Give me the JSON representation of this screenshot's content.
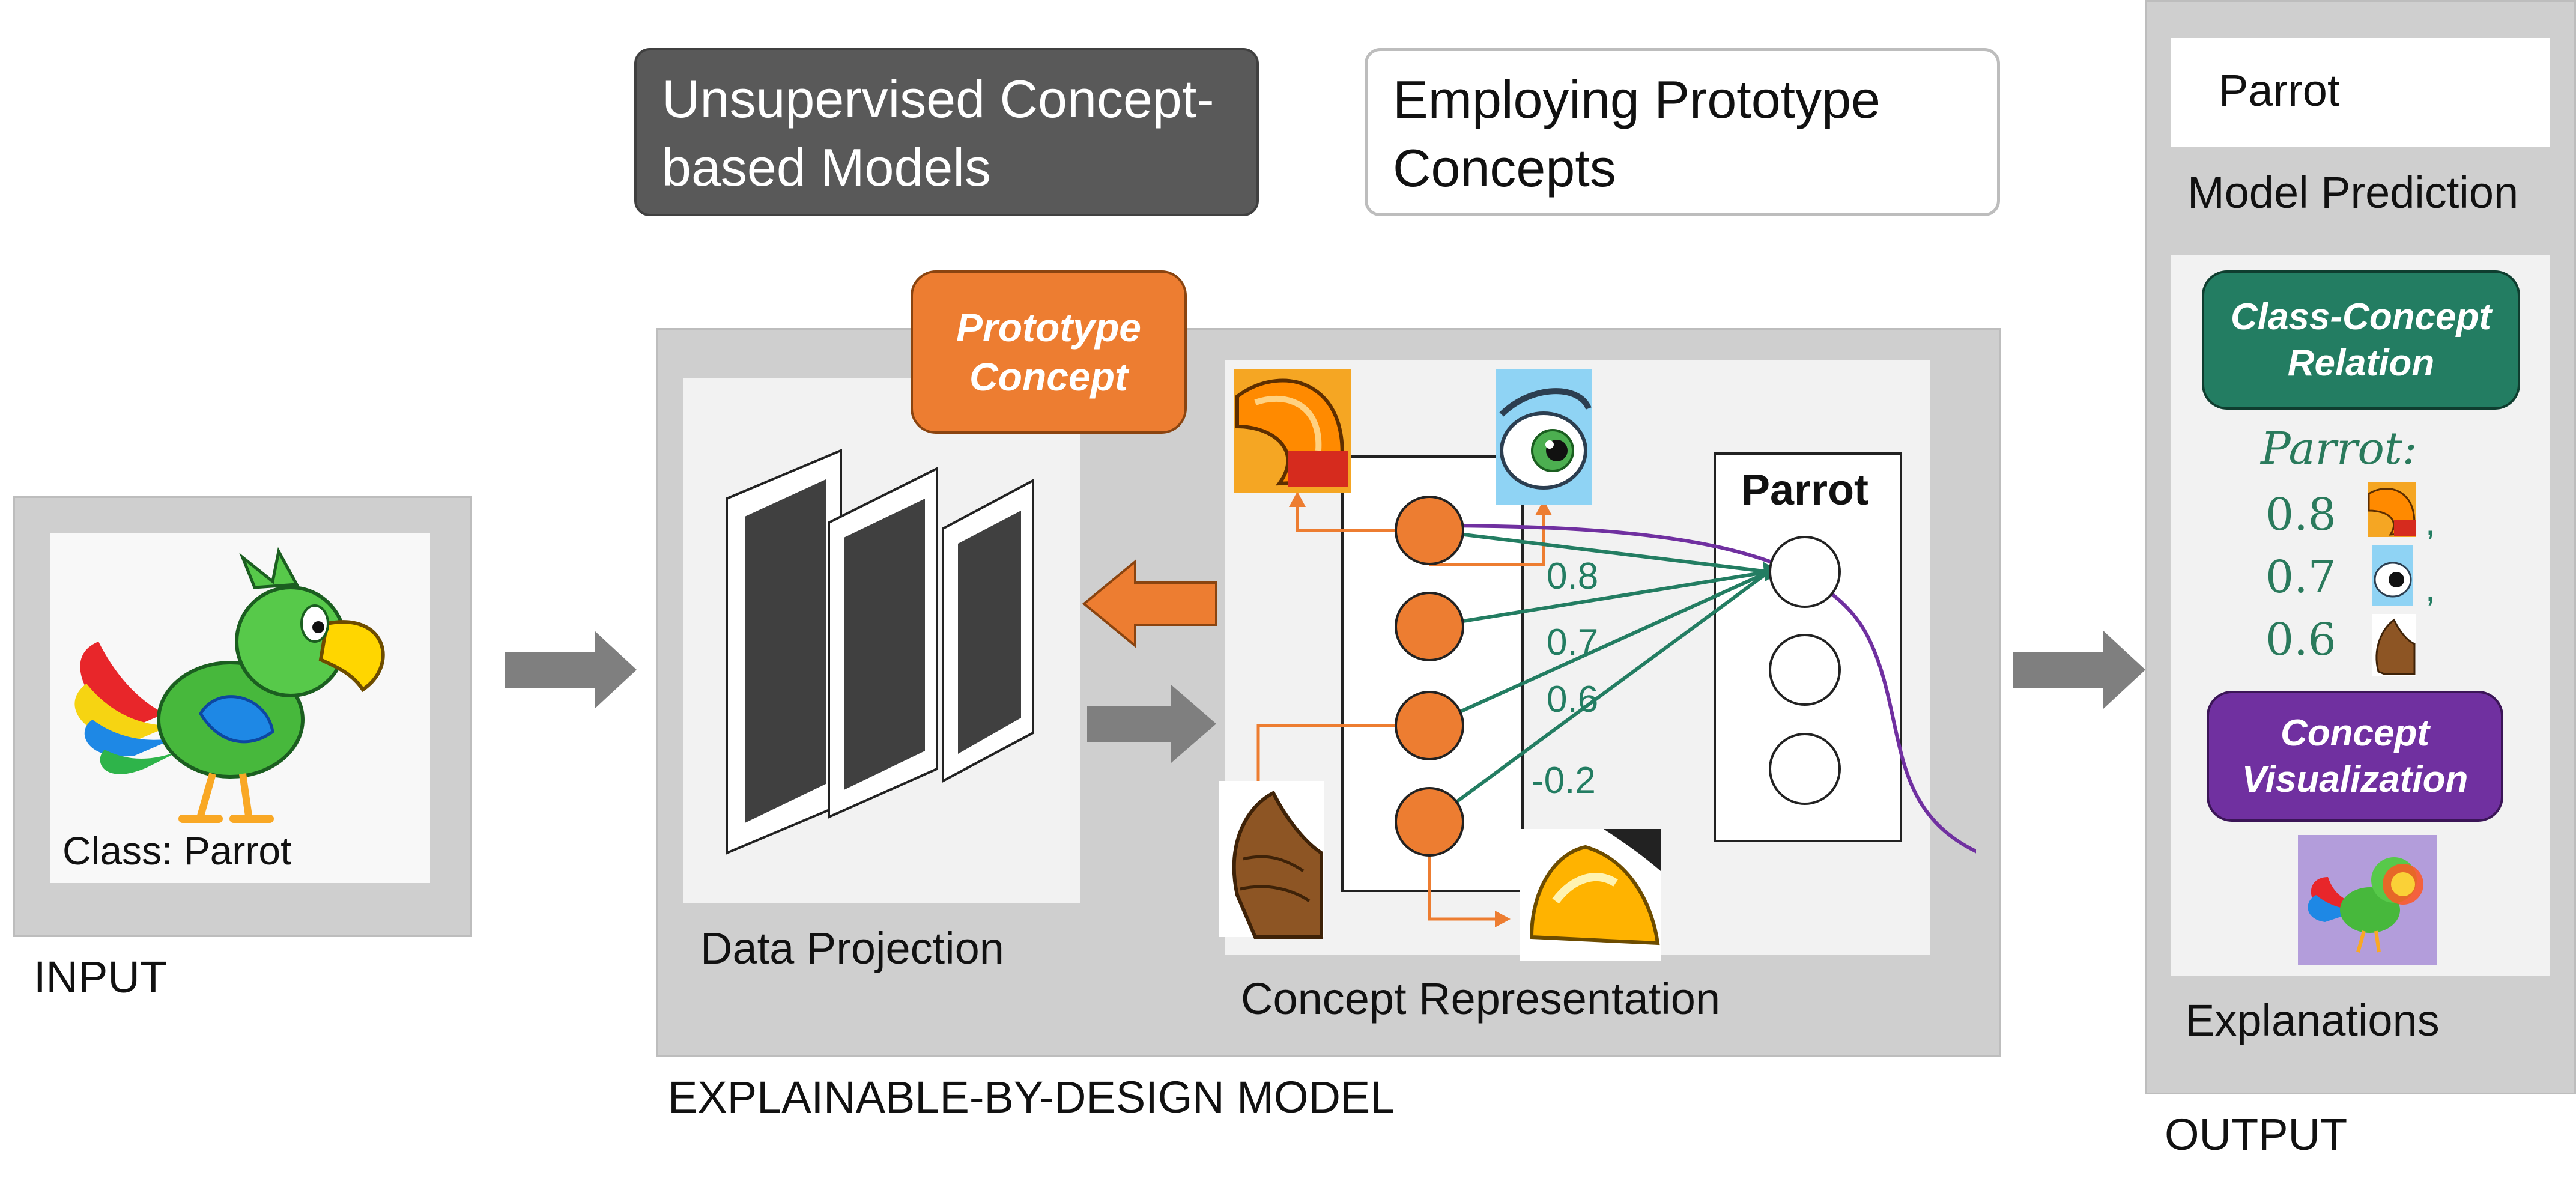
{
  "headers": {
    "unsupervised": "Unsupervised Concept-based Models",
    "prototype": "Employing Prototype Concepts"
  },
  "input": {
    "class_label": "Class: Parrot",
    "caption": "INPUT"
  },
  "model": {
    "prototype_badge": "Prototype Concept",
    "data_projection": "Data Projection",
    "concept_representation": "Concept Representation",
    "class_node_label": "Parrot",
    "weights": [
      "0.8",
      "0.7",
      "0.6",
      "-0.2"
    ],
    "caption": "EXPLAINABLE-BY-DESIGN MODEL"
  },
  "output": {
    "prediction_value": "Parrot",
    "prediction_caption": "Model Prediction",
    "class_concept_relation": "Class-Concept Relation",
    "relation_class": "Parrot:",
    "relation_values": [
      "0.8",
      "0.7",
      "0.6"
    ],
    "concept_visualization": "Concept Visualization",
    "explanations_caption": "Explanations",
    "caption": "OUTPUT"
  },
  "colors": {
    "panel_gray": "#cfcfcf",
    "orange": "#ed7d31",
    "teal": "#237d62",
    "purple": "#7030a0",
    "dark_header": "#595959",
    "arrow_gray": "#7f7f7f"
  },
  "icons": [
    "parrot-illustration",
    "beak-icon",
    "eye-icon",
    "feather-icon",
    "foot-icon",
    "parrot-heatmap-icon"
  ]
}
